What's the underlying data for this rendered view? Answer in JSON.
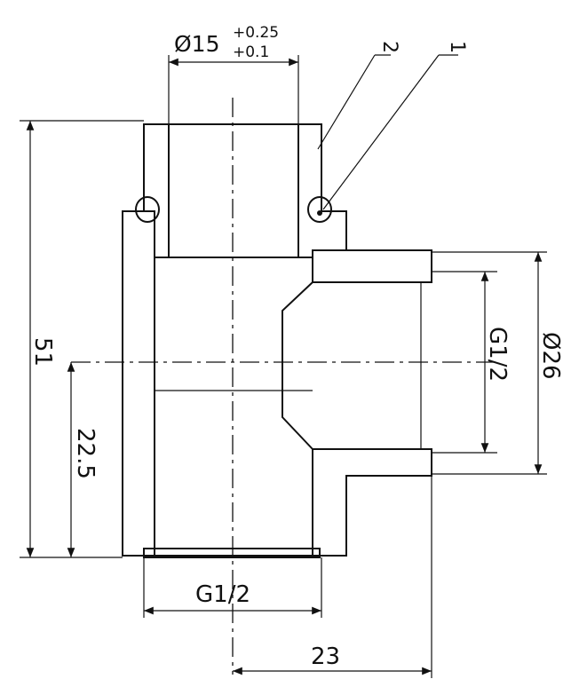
{
  "dimensions": {
    "top_diameter": {
      "value": "Ø15",
      "upper_tol": "+0.25",
      "lower_tol": "+0.1"
    },
    "overall_height": "51",
    "center_height": "22.5",
    "branch_thread": "G1/2",
    "branch_diameter": "Ø26",
    "bottom_thread": "G1/2",
    "branch_offset": "23"
  },
  "callouts": [
    "2",
    "1"
  ]
}
